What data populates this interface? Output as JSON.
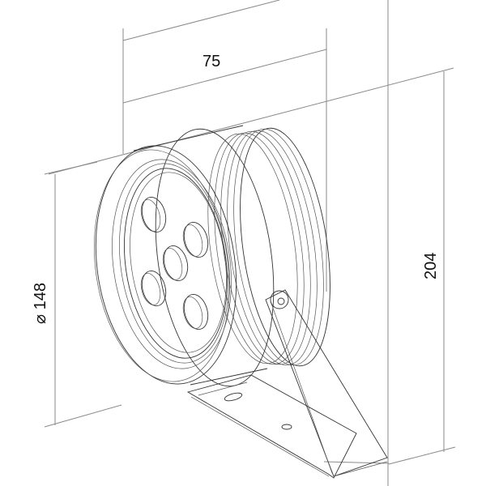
{
  "drawing": {
    "subject": "LED spotlight with mounting bracket",
    "led_count": 5
  },
  "dimensions": {
    "depth": {
      "value": "75"
    },
    "diameter": {
      "value": "⌀ 148"
    },
    "height": {
      "value": "204"
    }
  },
  "colors": {
    "background": "#ffffff",
    "outline": "#333333",
    "dimension_line": "#8a8a8a",
    "text": "#111111"
  }
}
